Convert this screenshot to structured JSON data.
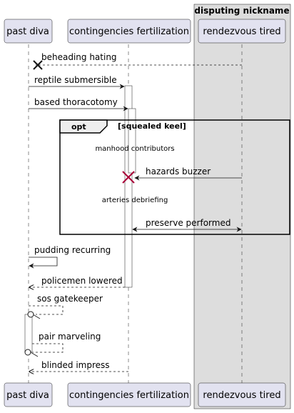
{
  "colors": {
    "participant_fill": "#E2E2F0",
    "participant_border": "#181818",
    "box_fill": "#DDDDDD",
    "destroy_color": "#A80036",
    "line_color": "#181818"
  },
  "box": {
    "title": "disputing nickname"
  },
  "participants": {
    "p1": "past diva",
    "p2": "contingencies fertilization",
    "p3": "rendezvous tired"
  },
  "messages": {
    "m1": "beheading hating",
    "m2": "reptile submersible",
    "m3": "based thoracotomy",
    "m4": "hazards buzzer",
    "m5": "preserve performed",
    "m6": "pudding recurring",
    "m7": "policemen lowered",
    "m8": "sos gatekeeper",
    "m9": "pair marveling",
    "m10": "blinded impress"
  },
  "fragment": {
    "kind": "opt",
    "guard": "[squealed keel]"
  },
  "delays": {
    "d1": "manhood contributors",
    "d2": "arteries debriefing"
  }
}
